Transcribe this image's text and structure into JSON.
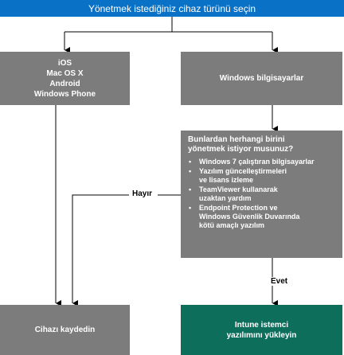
{
  "top": {
    "text": "Yönetmek istediğiniz cihaz türünü seçin"
  },
  "device_box": {
    "lines": [
      "iOS",
      "Mac OS X",
      "Android",
      "Windows Phone"
    ]
  },
  "windows_box": {
    "text": "Windows bilgisayarlar"
  },
  "question": {
    "title_lines": [
      "Bunlardan herhangi birini",
      "yönetmek istiyor musunuz?"
    ],
    "items": [
      {
        "lines": [
          "Windows 7 çalıştıran bilgisayarlar"
        ]
      },
      {
        "lines": [
          "Yazılım güncelleştirmeleri",
          "ve lisans izleme"
        ]
      },
      {
        "lines": [
          "TeamViewer kullanarak",
          "uzaktan yardım"
        ]
      },
      {
        "lines": [
          "Endpoint Protection ve",
          "Windows Güvenlik Duvarında",
          "kötü amaçlı yazılım"
        ]
      }
    ]
  },
  "labels": {
    "no": "Hayır",
    "yes": "Evet"
  },
  "enroll_box": {
    "text": "Cihazı kaydedin"
  },
  "intune_box": {
    "lines": [
      "Intune istemci",
      "yazılımını yükleyin"
    ]
  },
  "colors": {
    "blue": "#0a72c6",
    "gray": "#7c7c7c",
    "teal": "#0e6e5c"
  }
}
